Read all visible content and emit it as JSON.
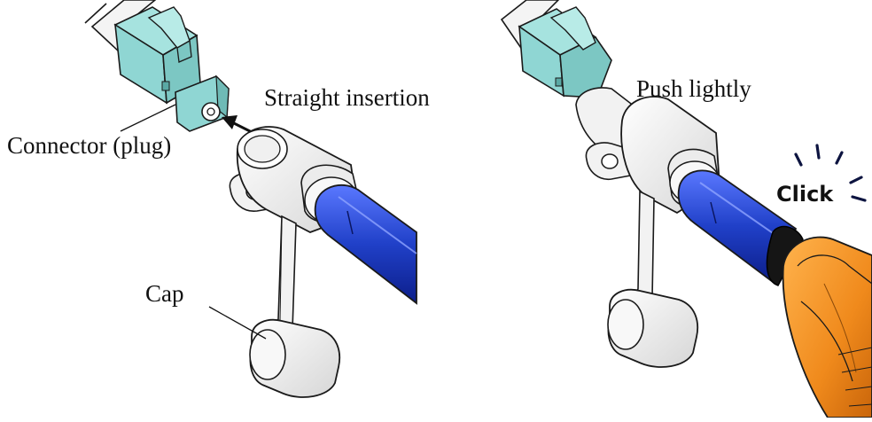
{
  "left_panel": {
    "straight_insertion_label": "Straight insertion",
    "connector_label": "Connector (plug)",
    "cap_label": "Cap"
  },
  "right_panel": {
    "push_lightly_label": "Push lightly",
    "click_label": "Click"
  },
  "colors": {
    "connector_aqua": "#8fd6d3",
    "cable_blue": "#2040c8",
    "tool_orange": "#f08a1c",
    "outline": "#1a1a1a",
    "body_gray": "#f2f2f2"
  }
}
